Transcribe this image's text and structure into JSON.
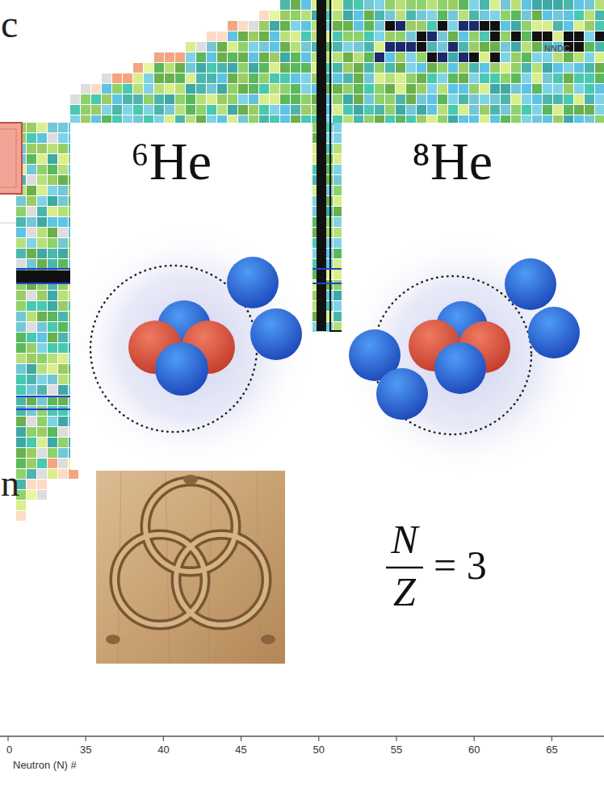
{
  "diagram": {
    "nodes": [
      {
        "text": [
          "⁶He"
        ]
      },
      {
        "text": [
          "⁸He"
        ]
      }
    ],
    "labels": [
      "c",
      "n",
      "NNDC",
      "N",
      "Z",
      "= 3",
      "0",
      "35",
      "40",
      "45",
      "50",
      "55",
      "60",
      "65",
      "Neutron (N) #"
    ]
  }
}
